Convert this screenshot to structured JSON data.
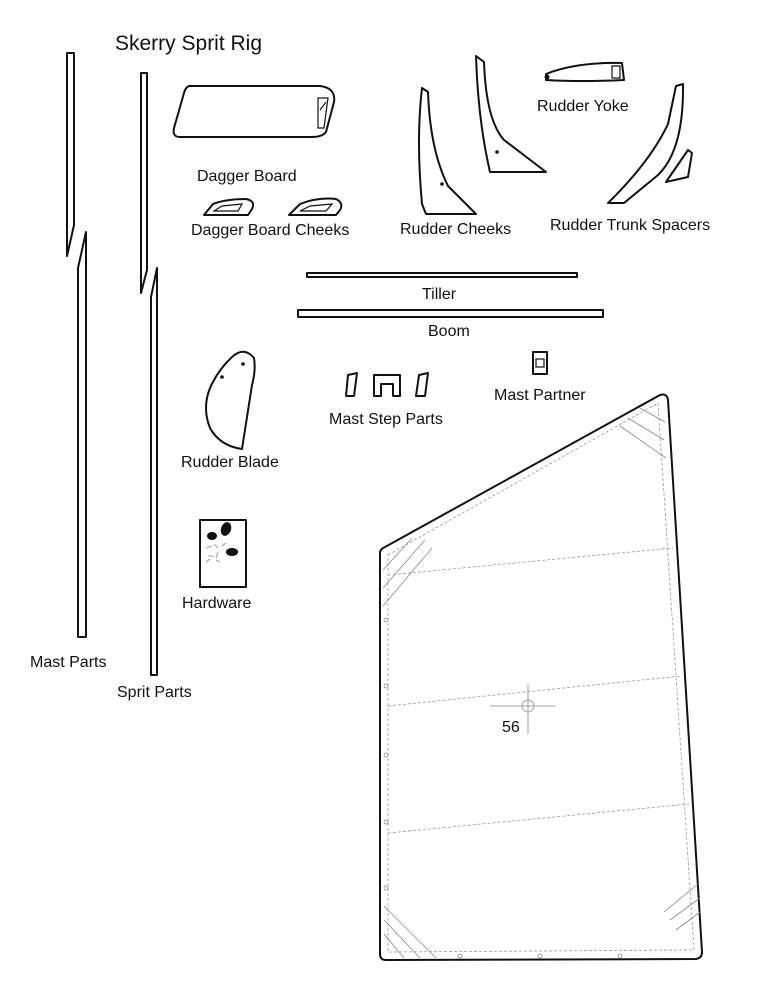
{
  "title": "Skerry Sprit Rig",
  "labels": {
    "dagger_board": "Dagger Board",
    "dagger_board_cheeks": "Dagger Board Cheeks",
    "rudder_cheeks": "Rudder Cheeks",
    "rudder_yoke": "Rudder Yoke",
    "rudder_trunk_spacers": "Rudder Trunk Spacers",
    "tiller": "Tiller",
    "boom": "Boom",
    "mast_partner": "Mast Partner",
    "mast_step_parts": "Mast Step Parts",
    "rudder_blade": "Rudder Blade",
    "hardware": "Hardware",
    "mast_parts": "Mast Parts",
    "sprit_parts": "Sprit Parts",
    "sail_number": "56"
  }
}
